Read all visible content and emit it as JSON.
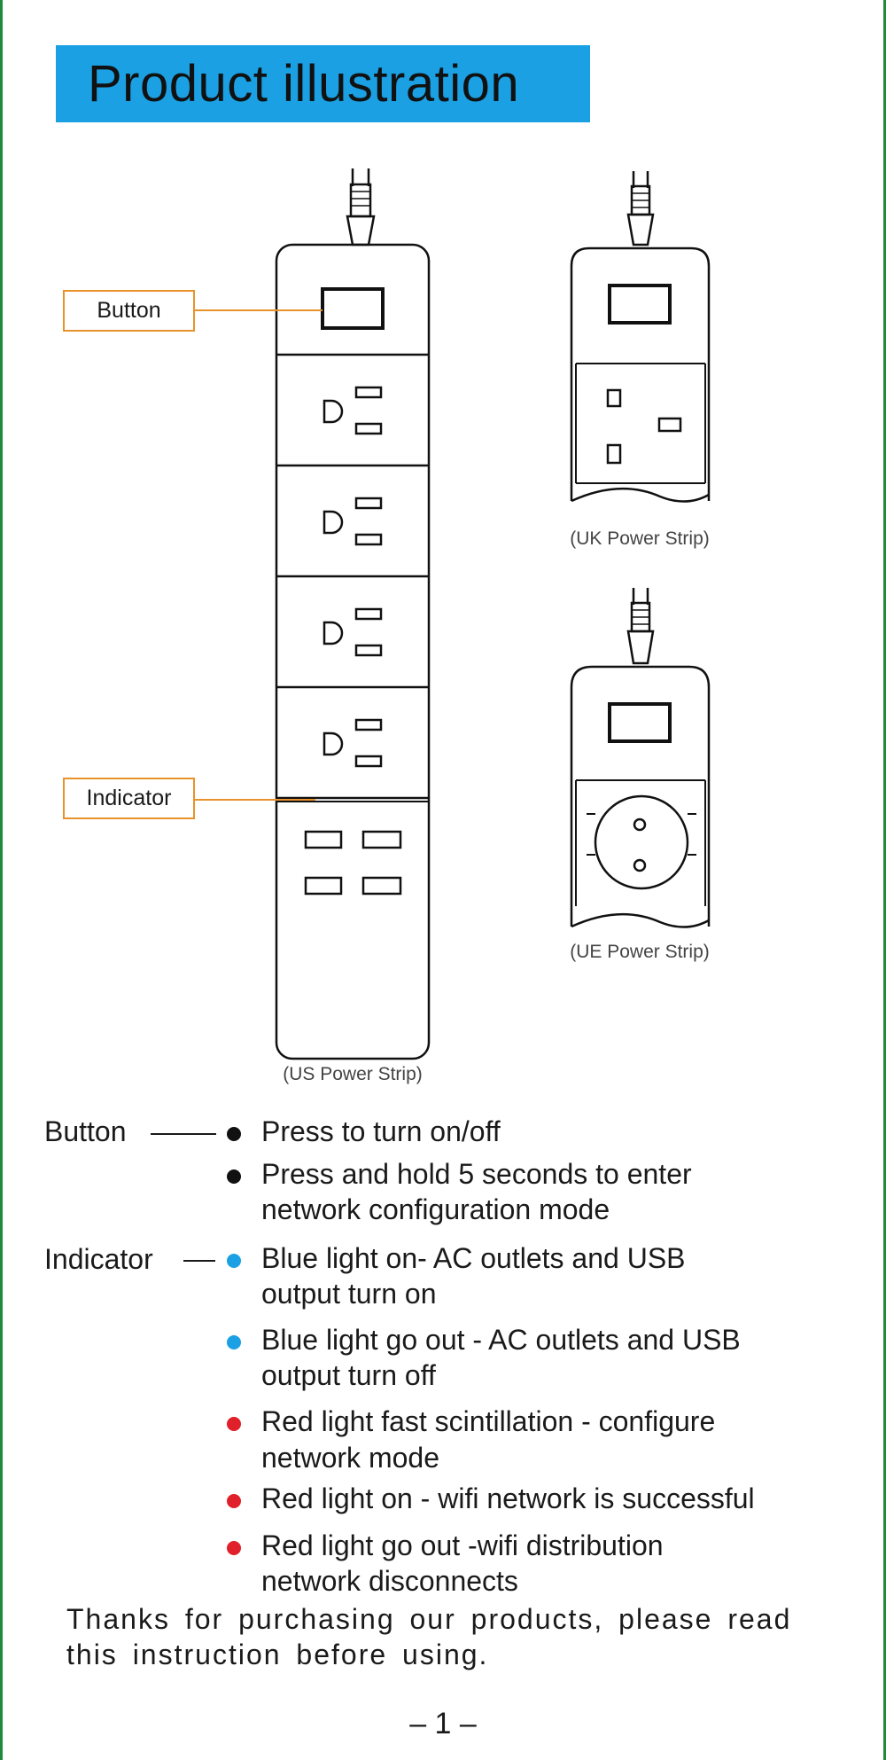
{
  "page": {
    "title": "Product illustration",
    "callouts": {
      "button": "Button",
      "indicator": "Indicator"
    },
    "captions": {
      "us": "(US Power Strip)",
      "uk": "(UK Power Strip)",
      "ue": "(UE Power Strip)"
    },
    "legend": {
      "button_label": "Button",
      "indicator_label": "Indicator",
      "items": [
        {
          "color": "#111111",
          "lines": [
            "Press to turn on/off"
          ]
        },
        {
          "color": "#111111",
          "lines": [
            "Press and hold 5 seconds to enter",
            "network configuration mode"
          ]
        },
        {
          "color": "#1aa0e3",
          "lines": [
            "Blue light on- AC outlets and USB",
            "output turn on"
          ]
        },
        {
          "color": "#1aa0e3",
          "lines": [
            "Blue light go out - AC outlets and USB",
            "output turn off"
          ]
        },
        {
          "color": "#e0202a",
          "lines": [
            "Red light fast scintillation - configure",
            "network mode"
          ]
        },
        {
          "color": "#e0202a",
          "lines": [
            "Red light on - wifi network is successful"
          ]
        },
        {
          "color": "#e0202a",
          "lines": [
            "Red light go out -wifi distribution",
            "network disconnects"
          ]
        }
      ]
    },
    "closing": [
      "Thanks for purchasing our products, please read",
      "this instruction before using."
    ],
    "page_number": "– 1 –",
    "colors": {
      "banner": "#1aa0e3",
      "callout_border": "#e8922a",
      "frame": "#1f8a3c"
    }
  }
}
